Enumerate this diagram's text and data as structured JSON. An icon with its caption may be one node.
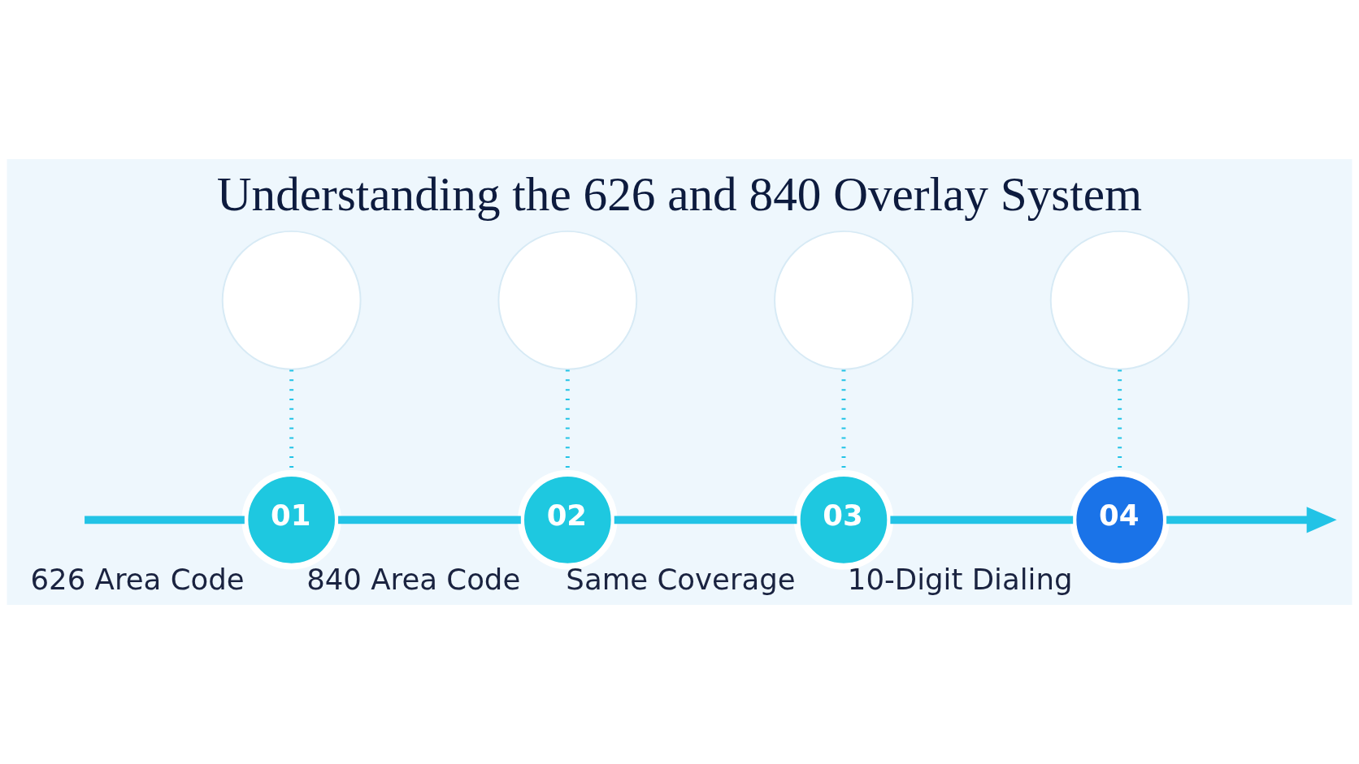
{
  "diagram": {
    "title": "Understanding the 626 and 840 Overlay System",
    "nodes": [
      {
        "text": [],
        "shape": "circle"
      },
      {
        "text": [
          "01"
        ],
        "beside": [
          "626 Area Code"
        ]
      },
      {
        "text": [],
        "shape": "circle"
      },
      {
        "text": [
          "02"
        ],
        "beside": [
          "840 Area Code"
        ]
      },
      {
        "text": [],
        "shape": "circle"
      },
      {
        "text": [
          "03"
        ],
        "beside": [
          "Same Coverage"
        ]
      },
      {
        "text": [],
        "shape": "circle"
      },
      {
        "text": [
          "04"
        ],
        "beside": [
          "10-Digit Dialing"
        ]
      }
    ],
    "edges": [
      {
        "from": 0,
        "to": 1,
        "arrow": "none",
        "style": "dashed"
      },
      {
        "from": 2,
        "to": 3,
        "arrow": "none",
        "style": "dashed"
      },
      {
        "from": 4,
        "to": 5,
        "arrow": "none",
        "style": "dashed"
      },
      {
        "from": 6,
        "to": 7,
        "arrow": "none",
        "style": "dashed"
      },
      {
        "from": null,
        "to": 1,
        "arrow": "none"
      },
      {
        "from": 1,
        "to": 3,
        "arrow": "none"
      },
      {
        "from": 3,
        "to": 5,
        "arrow": "none"
      },
      {
        "from": 5,
        "to": 7,
        "arrow": "none"
      },
      {
        "from": 7,
        "to": null,
        "arrow": "to"
      }
    ]
  }
}
